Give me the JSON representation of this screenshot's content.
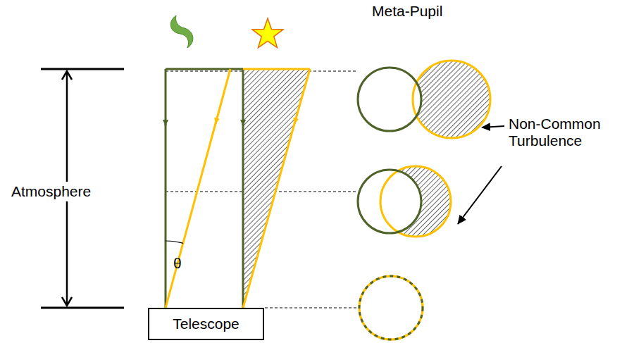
{
  "diagram": {
    "nodes": [
      {
        "text": [
          "Telescope"
        ]
      }
    ],
    "labels": [
      "Meta-Pupil",
      "Atmosphere",
      "θ",
      "Non-Common Turbulence"
    ]
  }
}
